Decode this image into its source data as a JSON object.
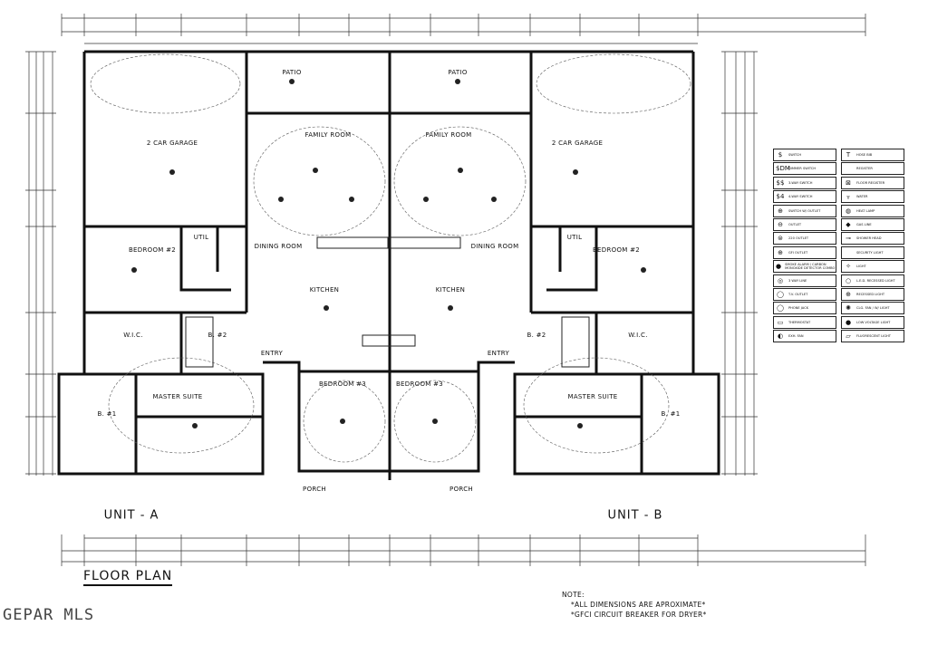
{
  "rooms": {
    "patio_a": "PATIO",
    "patio_b": "PATIO",
    "family_a": "FAMILY ROOM",
    "family_b": "FAMILY ROOM",
    "garage_a": "2 CAR GARAGE",
    "garage_b": "2 CAR GARAGE",
    "bedroom2_a": "BEDROOM #2",
    "bedroom2_b": "BEDROOM #2",
    "dining_a": "DINING ROOM",
    "dining_b": "DINING ROOM",
    "kitchen_a": "KITCHEN",
    "kitchen_b": "KITCHEN",
    "util_a": "UTIL",
    "util_b": "UTIL",
    "wic_a": "W.I.C.",
    "wic_b": "W.I.C.",
    "master_a": "MASTER SUITE",
    "master_b": "MASTER SUITE",
    "bath1_a": "B. #1",
    "bath1_b": "B. #1",
    "bath2_a": "B. #2",
    "bath2_b": "B. #2",
    "entry_a": "ENTRY",
    "entry_b": "ENTRY",
    "bedroom3_a": "BEDROOM #3",
    "bedroom3_b": "BEDROOM #3",
    "porch_a": "PORCH",
    "porch_b": "PORCH"
  },
  "units": {
    "a": "UNIT - A",
    "b": "UNIT - B"
  },
  "title": "FLOOR PLAN",
  "note": {
    "heading": "NOTE:",
    "lines": [
      "*ALL DIMENSIONS ARE APROXIMATE*",
      "*GFCI CIRCUIT BREAKER FOR DRYER*"
    ]
  },
  "watermark": "GEPAR MLS",
  "legend": {
    "left": [
      {
        "sym": "$",
        "label": "SWITCH"
      },
      {
        "sym": "$DM",
        "label": "DIMMER SWITCH"
      },
      {
        "sym": "$$",
        "label": "3-WAY SWITCH"
      },
      {
        "sym": "$4",
        "label": "4-WAY SWITCH"
      },
      {
        "sym": "⊕",
        "label": "SWITCH W/ OUTLET"
      },
      {
        "sym": "⊖",
        "label": "OUTLET"
      },
      {
        "sym": "⊜",
        "label": "220 OUTLET"
      },
      {
        "sym": "⊕",
        "label": "GFI OUTLET"
      },
      {
        "sym": "●",
        "label": "SMOKE ALARM / CARBON MONOXIDE DETECTOR COMBO"
      },
      {
        "sym": "◎",
        "label": "3 WAY LINE"
      },
      {
        "sym": "◯",
        "label": "T.V. OUTLET"
      },
      {
        "sym": "◯",
        "label": "PHONE JACK"
      },
      {
        "sym": "▭",
        "label": "THERMOSTAT"
      },
      {
        "sym": "◐",
        "label": "EXH. FAN"
      }
    ],
    "right": [
      {
        "sym": "T",
        "label": "HOSE BIB"
      },
      {
        "sym": "",
        "label": "REGISTER"
      },
      {
        "sym": "⊠",
        "label": "FLOOR REGISTER"
      },
      {
        "sym": "ᚁ",
        "label": "WATER"
      },
      {
        "sym": "◍",
        "label": "HEAT LAMP"
      },
      {
        "sym": "◆",
        "label": "GAS LINE"
      },
      {
        "sym": "⊸",
        "label": "SHOWER HEAD"
      },
      {
        "sym": "",
        "label": "SECURITY LIGHT"
      },
      {
        "sym": "✧",
        "label": "LIGHT"
      },
      {
        "sym": "○",
        "label": "L.E.D. RECESSED LIGHT"
      },
      {
        "sym": "⊕",
        "label": "RECESSED LIGHT"
      },
      {
        "sym": "✺",
        "label": "CLG. FAN / W/ LIGHT"
      },
      {
        "sym": "●",
        "label": "LOW VOLTAGE LIGHT"
      },
      {
        "sym": "▱",
        "label": "FLUORESCENT LIGHT"
      }
    ]
  }
}
